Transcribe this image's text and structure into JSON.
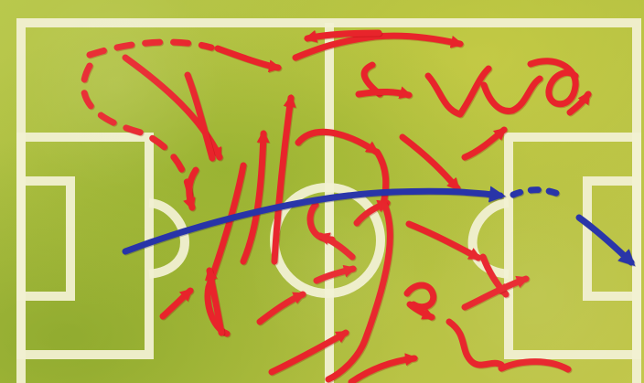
{
  "board": {
    "colors": {
      "pitch": "#b7c53d",
      "lines": "#f1f0d2",
      "attack_route": "#e8242b",
      "long_ball": "#2834a8"
    },
    "icons": [
      "soccer-pitch",
      "red-tactical-arrows",
      "blue-tactical-arrow"
    ]
  }
}
